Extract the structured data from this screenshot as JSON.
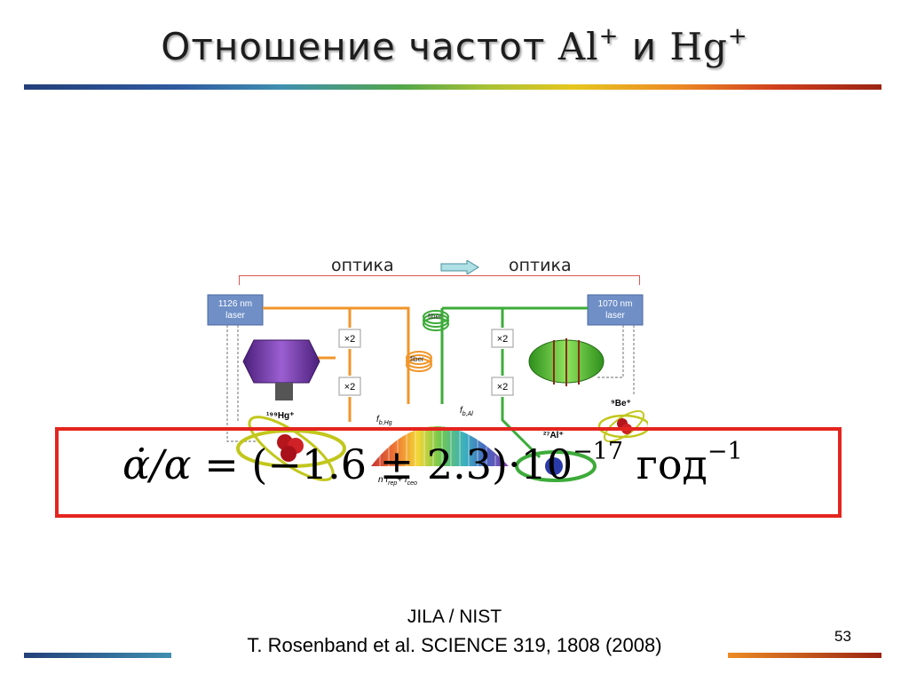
{
  "slide": {
    "title_prefix": "Отношение частот ",
    "title_el1": "Al",
    "title_sup1": "+",
    "title_mid": " и ",
    "title_el2": "Hg",
    "title_sup2": "+",
    "optika_left": "оптика",
    "optika_right": "оптика",
    "formula": {
      "lhs": "α̇/α",
      "rhs": " = (−1.6 ± 2.3)·10",
      "exp": "−17",
      "unit": " год",
      "unit_exp": "−1"
    },
    "credit_line1": "JILA / NIST",
    "credit_line2": "T. Rosenband et al. SCIENCE 319, 1808 (2008)",
    "page_number": "53"
  },
  "diagram": {
    "laser_left": [
      "1126 nm",
      "laser"
    ],
    "laser_right": [
      "1070 nm",
      "laser"
    ],
    "doubler": "×2",
    "fiber": "fiber",
    "fb_hg": "f",
    "fb_hg_sub": "b,Hg",
    "fb_al": "f",
    "fb_al_sub": "b,Al",
    "comb_label": "n f",
    "comb_label_sub": "rep",
    "comb_label2": "+ f",
    "comb_label2_sub": "ceo",
    "ion_hg": "¹⁹⁹Hg⁺",
    "ion_al": "²⁷Al⁺",
    "ion_be": "⁹Be⁺",
    "colors": {
      "hg_beam": "#f0962a",
      "al_beam": "#3dab3a",
      "trap_hg": "#6a2fa0",
      "trap_al": "#5cc431",
      "laser_box": "#6f8fc6"
    }
  }
}
